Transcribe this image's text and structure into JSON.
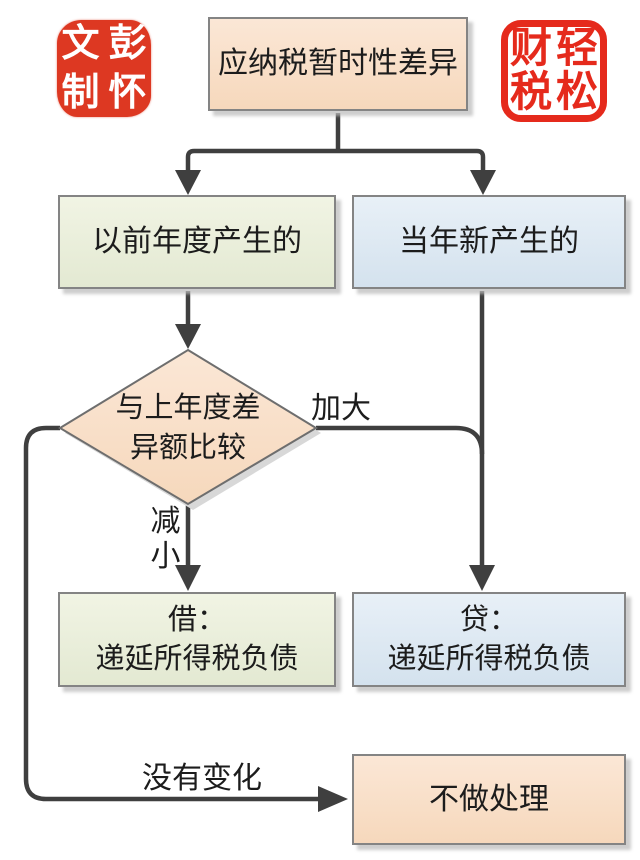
{
  "stamps": {
    "left": {
      "style": "solid-red-seal",
      "color": "#dd3822",
      "chars": [
        "文",
        "彭",
        "制",
        "怀"
      ]
    },
    "right": {
      "style": "outline-red-seal",
      "color": "#e52a1c",
      "chars": [
        "财",
        "轻",
        "税",
        "松"
      ]
    }
  },
  "nodes": {
    "root": {
      "label": "应纳税暂时性差异",
      "fill": "#f8ddc6",
      "shape": "rect"
    },
    "prior_years": {
      "label": "以前年度产生的",
      "fill": "#eaefdb",
      "shape": "rect"
    },
    "current_year": {
      "label": "当年新产生的",
      "fill": "#dde9f2",
      "shape": "rect"
    },
    "compare": {
      "line1": "与上年度差",
      "line2": "异额比较",
      "fill": "#f8ddc6",
      "shape": "diamond"
    },
    "debit": {
      "line1": "借：",
      "line2": "递延所得税负债",
      "fill": "#eaefdb",
      "shape": "rect"
    },
    "credit": {
      "line1": "贷：",
      "line2": "递延所得税负债",
      "fill": "#dde9f2",
      "shape": "rect"
    },
    "no_action": {
      "label": "不做处理",
      "fill": "#f8ddc6",
      "shape": "rect"
    }
  },
  "edge_labels": {
    "increase": "加大",
    "decrease": "减小",
    "no_change": "没有变化"
  },
  "edges": [
    {
      "from": "root",
      "to": "prior_years",
      "label": ""
    },
    {
      "from": "root",
      "to": "current_year",
      "label": ""
    },
    {
      "from": "prior_years",
      "to": "compare",
      "label": ""
    },
    {
      "from": "compare",
      "to": "credit",
      "label": "加大"
    },
    {
      "from": "compare",
      "to": "debit",
      "label": "减小"
    },
    {
      "from": "compare",
      "to": "no_action",
      "label": "没有变化"
    },
    {
      "from": "current_year",
      "to": "credit",
      "label": ""
    }
  ],
  "colors": {
    "line": "#3f3f3f",
    "box_border": "#848484",
    "shadow": "#c5c5c5",
    "text": "#1c1c1c"
  }
}
